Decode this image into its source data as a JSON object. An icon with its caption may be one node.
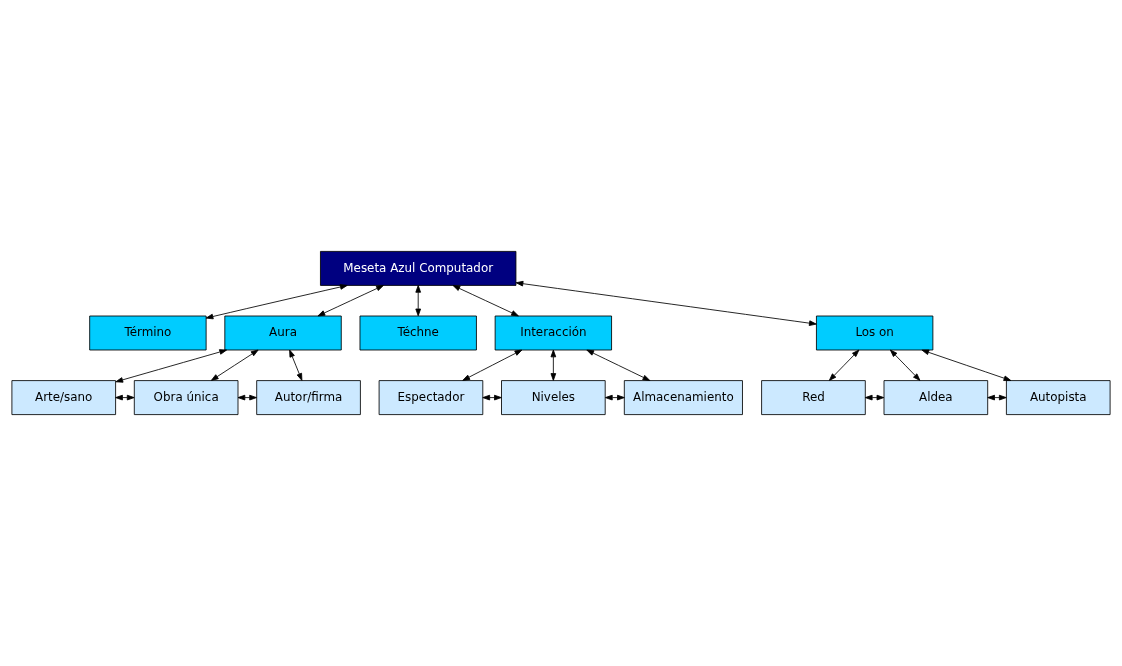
{
  "diagram": {
    "nodes": [
      {
        "text": [
          "Meseta Azul Computador"
        ]
      },
      {
        "text": [
          "Término"
        ]
      },
      {
        "text": [
          "Aura"
        ]
      },
      {
        "text": [
          "Téchne"
        ]
      },
      {
        "text": [
          "Interacción"
        ]
      },
      {
        "text": [
          "Los on"
        ]
      },
      {
        "text": [
          "Arte/sano"
        ]
      },
      {
        "text": [
          "Obra única"
        ]
      },
      {
        "text": [
          "Autor/firma"
        ]
      },
      {
        "text": [
          "Espectador"
        ]
      },
      {
        "text": [
          "Niveles"
        ]
      },
      {
        "text": [
          "Almacenamiento"
        ]
      },
      {
        "text": [
          "Red"
        ]
      },
      {
        "text": [
          "Aldea"
        ]
      },
      {
        "text": [
          "Autopista"
        ]
      }
    ],
    "edges": [
      {
        "from": 0,
        "to": 1,
        "arrow": "both"
      },
      {
        "from": 0,
        "to": 2,
        "arrow": "both"
      },
      {
        "from": 0,
        "to": 3,
        "arrow": "both"
      },
      {
        "from": 0,
        "to": 4,
        "arrow": "both"
      },
      {
        "from": 0,
        "to": 5,
        "arrow": "both"
      },
      {
        "from": 2,
        "to": 6,
        "arrow": "both"
      },
      {
        "from": 2,
        "to": 7,
        "arrow": "both"
      },
      {
        "from": 2,
        "to": 8,
        "arrow": "both"
      },
      {
        "from": 6,
        "to": 7,
        "arrow": "both"
      },
      {
        "from": 7,
        "to": 8,
        "arrow": "both"
      },
      {
        "from": 4,
        "to": 9,
        "arrow": "both"
      },
      {
        "from": 4,
        "to": 10,
        "arrow": "both"
      },
      {
        "from": 4,
        "to": 11,
        "arrow": "both"
      },
      {
        "from": 9,
        "to": 10,
        "arrow": "both"
      },
      {
        "from": 10,
        "to": 11,
        "arrow": "both"
      },
      {
        "from": 5,
        "to": 12,
        "arrow": "both"
      },
      {
        "from": 5,
        "to": 13,
        "arrow": "both"
      },
      {
        "from": 5,
        "to": 14,
        "arrow": "both"
      },
      {
        "from": 12,
        "to": 13,
        "arrow": "both"
      },
      {
        "from": 13,
        "to": 14,
        "arrow": "both"
      }
    ]
  }
}
